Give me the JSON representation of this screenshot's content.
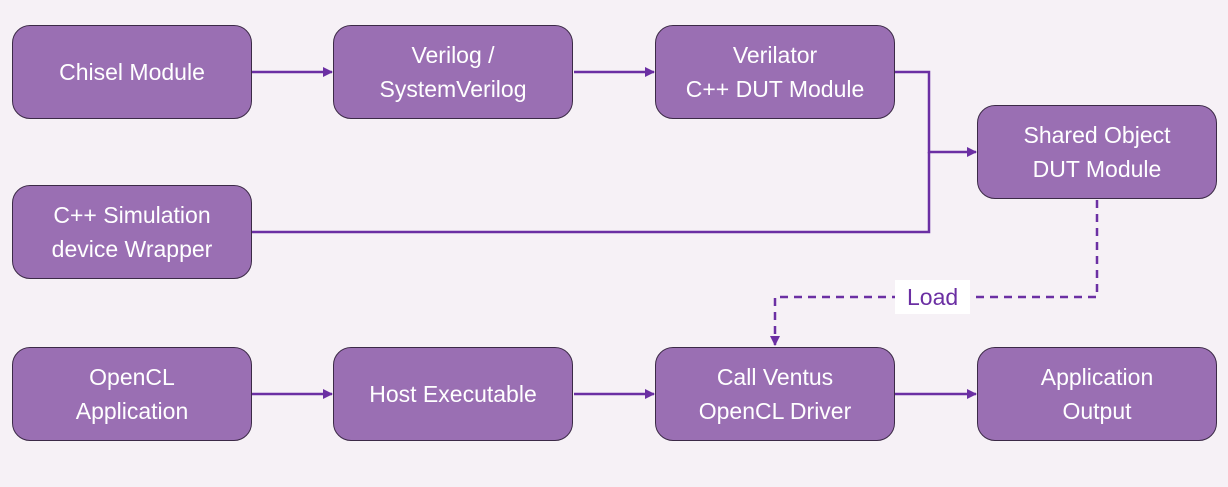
{
  "diagram": {
    "nodes": {
      "chisel_module": [
        "Chisel Module"
      ],
      "verilog": [
        "Verilog /",
        "SystemVerilog"
      ],
      "verilator": [
        "Verilator",
        "C++ DUT Module"
      ],
      "shared_object": [
        "Shared Object",
        "DUT Module"
      ],
      "cpp_wrapper": [
        "C++ Simulation",
        "device Wrapper"
      ],
      "opencl_app": [
        "OpenCL",
        "Application"
      ],
      "host_exec": [
        "Host Executable"
      ],
      "ventus_driver": [
        "Call Ventus",
        "OpenCL Driver"
      ],
      "app_output": [
        "Application",
        "Output"
      ]
    },
    "edges": [
      {
        "from": "chisel_module",
        "to": "verilog",
        "style": "solid"
      },
      {
        "from": "verilog",
        "to": "verilator",
        "style": "solid"
      },
      {
        "from": "verilator",
        "to": "shared_object",
        "style": "solid"
      },
      {
        "from": "cpp_wrapper",
        "to": "shared_object",
        "style": "solid"
      },
      {
        "from": "shared_object",
        "to": "ventus_driver",
        "style": "dashed",
        "label": "Load"
      },
      {
        "from": "opencl_app",
        "to": "host_exec",
        "style": "solid"
      },
      {
        "from": "host_exec",
        "to": "ventus_driver",
        "style": "solid"
      },
      {
        "from": "ventus_driver",
        "to": "app_output",
        "style": "solid"
      }
    ],
    "colors": {
      "node_fill": "#9a6fb3",
      "node_border": "#3c2a47",
      "node_text": "#ffffff",
      "connector": "#6b2fa3",
      "background": "#f6f1f6"
    }
  }
}
